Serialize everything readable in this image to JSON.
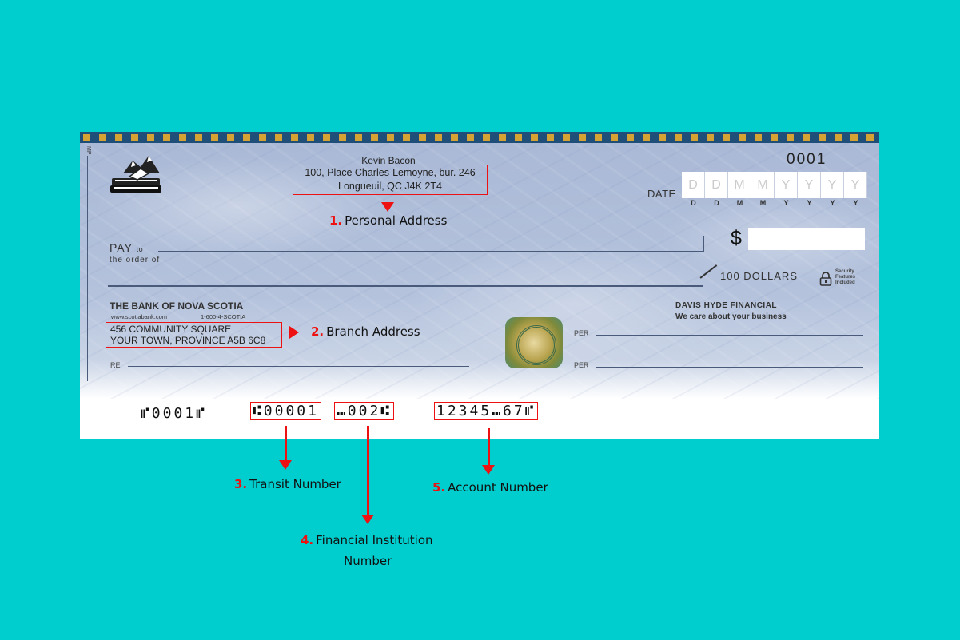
{
  "cheque": {
    "side_mark": "MP",
    "cheque_number": "0001",
    "account_holder": {
      "name": "Kevin Bacon",
      "address_line1": "100, Place Charles-Lemoyne, bur. 246",
      "address_line2": "Longueuil, QC J4K 2T4"
    },
    "date": {
      "label": "DATE",
      "placeholders": [
        "D",
        "D",
        "M",
        "M",
        "Y",
        "Y",
        "Y",
        "Y"
      ],
      "sublabels": [
        "D",
        "D",
        "M",
        "M",
        "Y",
        "Y",
        "Y",
        "Y"
      ]
    },
    "pay": {
      "label": "PAY",
      "to": "to",
      "order": "the order of"
    },
    "currency_symbol": "$",
    "dollars_text": "100 DOLLARS",
    "security_text": [
      "Security",
      "Features",
      "Included"
    ],
    "bank": {
      "name": "THE BANK OF NOVA SCOTIA",
      "website": "www.scotiabank.com",
      "phone": "1-600-4-SCOTIA",
      "branch_line1": "456 COMMUNITY SQUARE",
      "branch_line2": "YOUR TOWN, PROVINCE A5B 6C8"
    },
    "re_label": "RE",
    "company": {
      "name": "DAVIS HYDE FINANCIAL",
      "tagline": "We care about your business"
    },
    "per_label": "PER",
    "micr": {
      "cheque": "⑈0001⑈",
      "transit": "⑆00001",
      "institution": "⑉002⑆",
      "account": "12345⑉67⑈"
    }
  },
  "annotations": {
    "personal_address": {
      "num": "1.",
      "text": "Personal Address"
    },
    "branch_address": {
      "num": "2.",
      "text": "Branch Address"
    },
    "transit_number": {
      "num": "3.",
      "text": "Transit Number"
    },
    "institution_number": {
      "num": "4.",
      "text_line1": "Financial Institution",
      "text_line2": "Number"
    },
    "account_number": {
      "num": "5.",
      "text": "Account Number"
    }
  },
  "colors": {
    "background": "#00cdcd",
    "highlight": "#ee1111",
    "cheque_border_top": "#1f4e78"
  }
}
